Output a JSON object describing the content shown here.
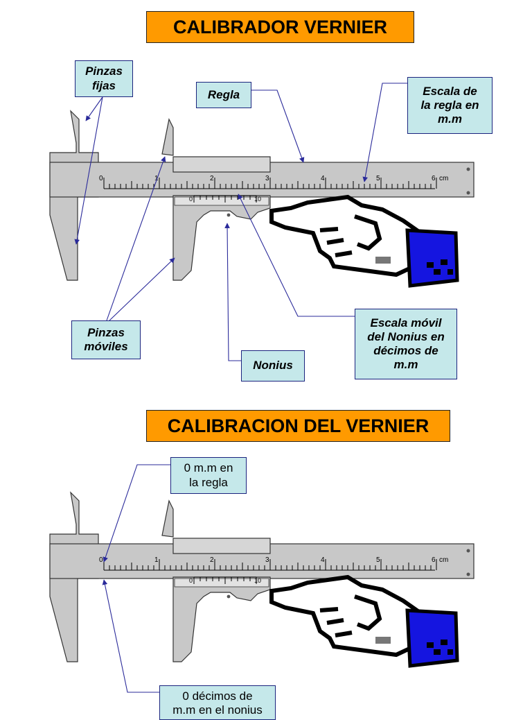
{
  "section1": {
    "title": "CALIBRADOR VERNIER",
    "labels": {
      "fixed_jaws": "Pinzas\nfijas",
      "ruler": "Regla",
      "ruler_scale": "Escala de\nla regla en\nm.m",
      "moving_jaws": "Pinzas\nmóviles",
      "nonius": "Nonius",
      "nonius_scale": "Escala móvil\ndel Nonius en\ndécimos de\nm.m"
    }
  },
  "section2": {
    "title": "CALIBRACION DEL VERNIER",
    "labels": {
      "zero_ruler": "0  m.m en\nla regla",
      "zero_nonius": "0  décimos de\nm.m en el nonius"
    }
  },
  "ruler": {
    "main_numbers": [
      "0",
      "1",
      "2",
      "3",
      "4",
      "5",
      "6"
    ],
    "unit": "cm",
    "vernier_numbers": [
      "0",
      "10"
    ]
  },
  "colors": {
    "title_bg": "#ff9a00",
    "label_bg": "#c5e8ea",
    "label_border": "#1a237e",
    "arrow": "#2a2a9a",
    "caliper_fill": "#c8c8c8",
    "hand_cuff": "#1515e0"
  },
  "icons": [
    "pointing-hand-icon",
    "pointing-hand-icon"
  ]
}
